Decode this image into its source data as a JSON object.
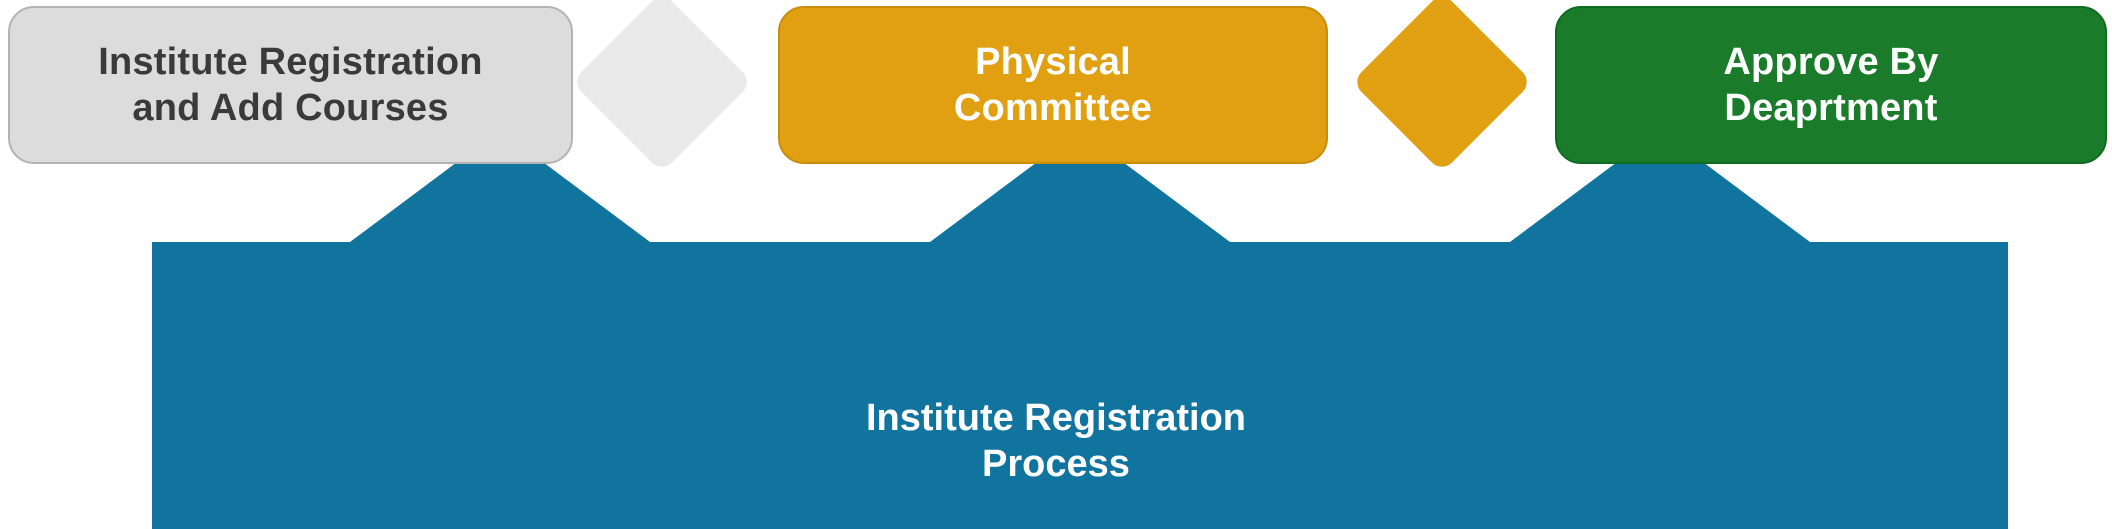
{
  "diagram": {
    "title": "Institute Registration Process",
    "colors": {
      "grey_step": "#dcdcdc",
      "grey_step_border": "#b3b3b3",
      "grey_text": "#3a3a3a",
      "orange_step": "#e0a012",
      "orange_step_border": "#c98d0c",
      "green_step": "#1a7c2a",
      "green_step_border": "#0f6b1f",
      "blue_band": "#11749e",
      "white_text": "#ffffff",
      "background": "#ffffff"
    },
    "steps": [
      {
        "id": "institute-registration",
        "label": "Institute Registration\nand Add Courses",
        "fill": "#dcdcdc",
        "text_color": "#3a3a3a"
      },
      {
        "id": "physical-committee",
        "label": "Physical\nCommittee",
        "fill": "#e0a012",
        "text_color": "#ffffff"
      },
      {
        "id": "approve-by-department",
        "label": "Approve By\nDeaprtment",
        "fill": "#1a7c2a",
        "text_color": "#ffffff"
      }
    ],
    "connectors": [
      {
        "id": "connector-1",
        "shape": "diamond",
        "fill": "#e9e9e9"
      },
      {
        "id": "connector-2",
        "shape": "diamond",
        "fill": "#e0a012"
      }
    ],
    "band": {
      "id": "process-band",
      "label": "Institute Registration\nProcess",
      "fill": "#11749e",
      "text_color": "#ffffff",
      "arrow_count": 3
    }
  }
}
